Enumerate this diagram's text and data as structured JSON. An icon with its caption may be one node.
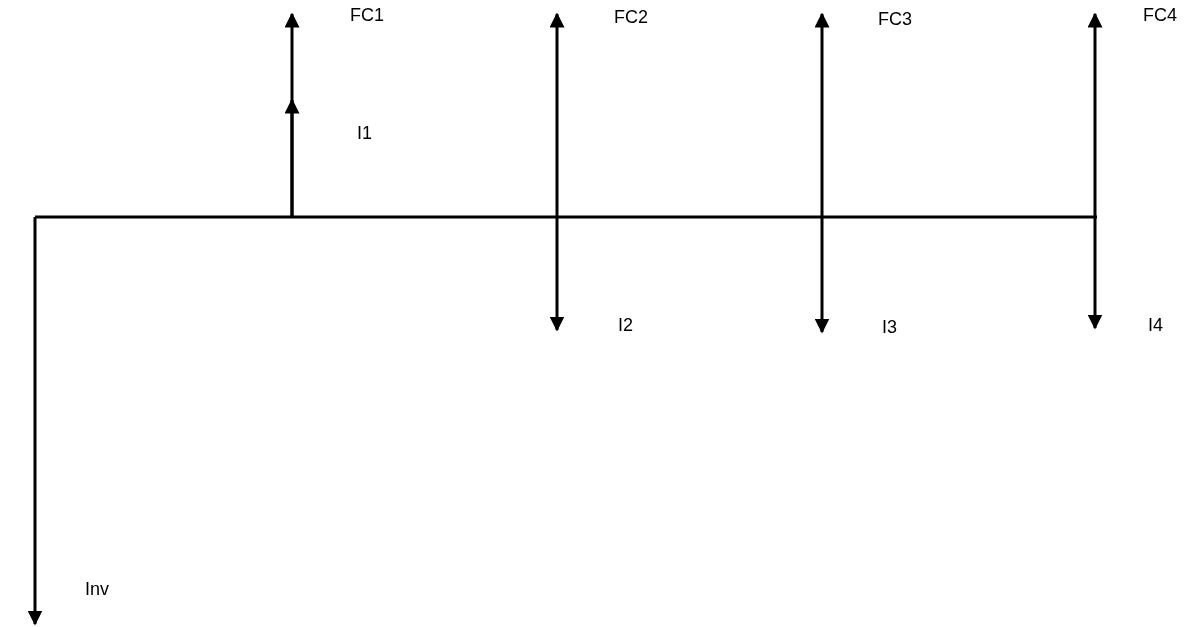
{
  "diagram": {
    "labels": [
      "FC1",
      "FC2",
      "FC3",
      "FC4",
      "I1",
      "I2",
      "I3",
      "I4",
      "Inv"
    ]
  }
}
